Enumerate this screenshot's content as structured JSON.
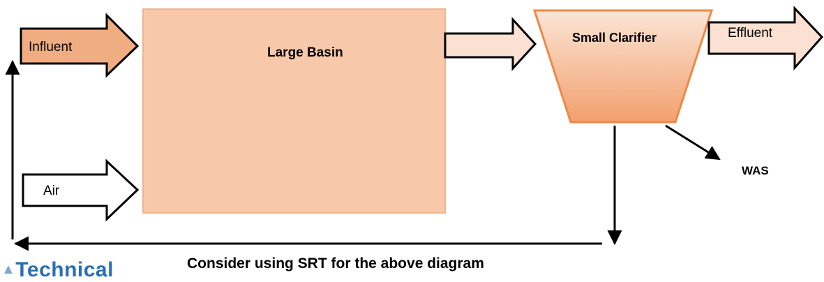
{
  "labels": {
    "influent": "Influent",
    "air": "Air",
    "large_basin": "Large Basin",
    "small_clarifier": "Small Clarifier",
    "effluent": "Effluent",
    "was": "WAS"
  },
  "caption": "Consider using SRT for the above diagram",
  "logo_text": "Technical",
  "colors": {
    "influent_fill": "#f0ad82",
    "basin_fill": "#f7c9aa",
    "basin_stroke": "#f0b48e",
    "arrow_light_fill": "#fbe1d2",
    "clarifier_top": "#fbe5d6",
    "clarifier_bottom": "#f2a06e",
    "clarifier_stroke": "#ec8a45",
    "line": "#000000",
    "logo": "#2a6fb0"
  }
}
